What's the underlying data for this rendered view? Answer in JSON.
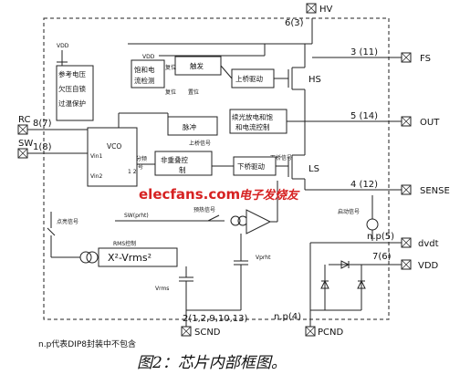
{
  "pins": {
    "hv": "HV",
    "hv_num": "6(3)",
    "fs": "FS",
    "fs_num": "3 (11)",
    "out": "OUT",
    "out_num": "5 (14)",
    "sense": "SENSE",
    "sense_num": "4 (12)",
    "dvdt": "dvdt",
    "dvdt_num": "n.p(5)",
    "vdd": "VDD",
    "vdd_num": "7(6)",
    "scnd": "SCND",
    "scnd_num": "2(1,2,9,10,13)",
    "pcnd": "PCND",
    "pcnd_num": "n.p(4)",
    "rc": "RC",
    "rc_num": "8(7)",
    "sw": "SW",
    "sw_num": "1(8)"
  },
  "blocks": {
    "ref_line1": "参考电压",
    "ref_line2": "欠压自锁",
    "ref_line3": "过温保护",
    "sat_line1": "饱和电",
    "sat_line2": "流检测",
    "trigger": "触发",
    "upper_drive": "上桥驱动",
    "pulse": "脉冲",
    "diode_line1": "续光放电和饱",
    "diode_line2": "和电流控制",
    "nonoverlap_line1": "非重叠控",
    "nonoverlap_line2": "制",
    "lower_drive": "下桥驱动",
    "vco": "VCO",
    "vin1": "Vin1",
    "vin2": "Vin2",
    "rms_block": "X²-Vrms²"
  },
  "labels": {
    "vdd_top": "VDD",
    "vdd_mid": "VDD",
    "hs": "HS",
    "ls": "LS",
    "reset1": "复位",
    "reset2": "复位",
    "set": "置位",
    "upper_signal": "上桥信号",
    "lower_signal": "下桥信号",
    "div2_line1": "2分频",
    "div2_line2": "信号",
    "div_small": "1  2",
    "sw_prht": "SW(prht)",
    "preheat_signal": "预热信号",
    "ignite_signal": "点亮信号",
    "start_signal": "启动信号",
    "rms_control": "RMS控制",
    "vrms": "Vrms",
    "vprht": "Vprht",
    "np_note": "n.p代表DIP8封装中不包含"
  },
  "watermark": {
    "brand": "elecfans.com",
    "brand_cn": "电子发烧友"
  },
  "caption": "图2：芯片内部框图。"
}
